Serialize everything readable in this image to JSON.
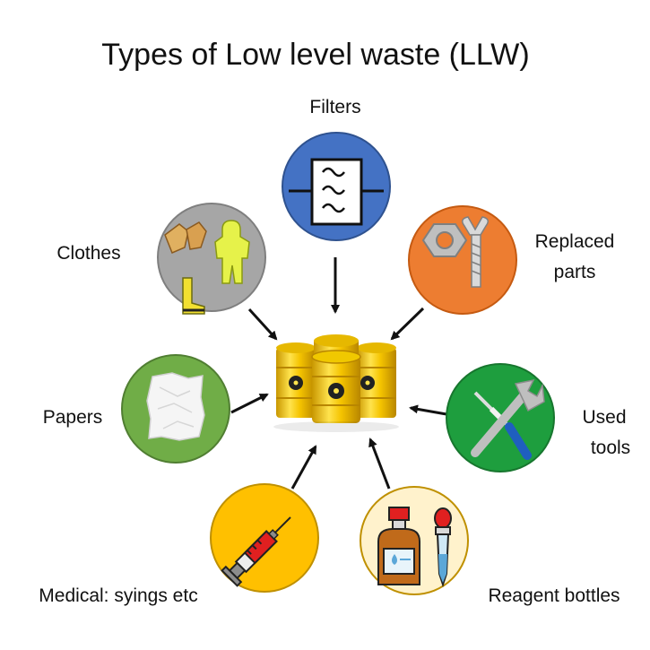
{
  "title": "Types of Low level waste (LLW)",
  "center": {
    "icon": "radioactive-barrels-icon"
  },
  "categories": [
    {
      "id": "filters",
      "label_lines": [
        "Filters"
      ],
      "color": "#4472C4",
      "icon": "filter-icon"
    },
    {
      "id": "replaced-parts",
      "label_lines": [
        "Replaced",
        "parts"
      ],
      "color": "#ED7D31",
      "icon": "nut-and-bolt-icon"
    },
    {
      "id": "used-tools",
      "label_lines": [
        "Used",
        "tools"
      ],
      "color": "#1E9E3E",
      "icon": "wrench-screwdriver-icon"
    },
    {
      "id": "reagent-bottles",
      "label_lines": [
        "Reagent bottles"
      ],
      "color": "#FFF2CC",
      "icon": "reagent-bottle-dropper-icon"
    },
    {
      "id": "medical",
      "label_lines": [
        "Medical: syings etc"
      ],
      "color": "#FFC000",
      "icon": "syringe-icon"
    },
    {
      "id": "papers",
      "label_lines": [
        "Papers"
      ],
      "color": "#70AD47",
      "icon": "crumpled-paper-icon"
    },
    {
      "id": "clothes",
      "label_lines": [
        "Clothes"
      ],
      "color": "#A6A6A6",
      "icon": "protective-clothing-icon"
    }
  ]
}
